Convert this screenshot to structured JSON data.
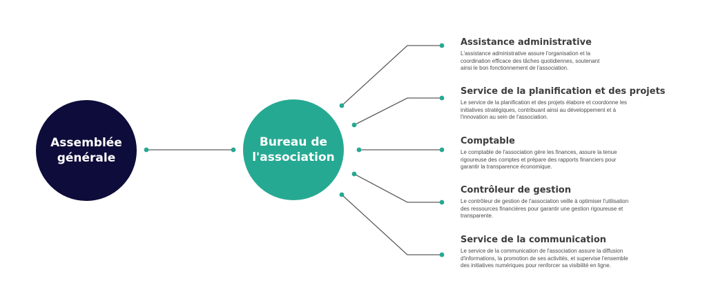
{
  "colors": {
    "dark_node": "#0e0c3a",
    "accent": "#26a992",
    "line": "#5a5a5a",
    "heading_text": "#3c3c3c",
    "body_text": "#4a4a4a"
  },
  "nodes": {
    "assemblee": {
      "label": "Assemblée\ngénérale"
    },
    "bureau": {
      "label": "Bureau de\nl'association"
    }
  },
  "services": [
    {
      "title": "Assistance administrative",
      "description": "L'assistance administrative assure l'organisation et la\ncoordination efficace des tâches quotidiennes, soutenant\nainsi le bon fonctionnement de l'association."
    },
    {
      "title": "Service de la planification et des projets",
      "description": "Le service de la planification et des projets élabore et coordonne les\ninitiatives stratégiques, contribuant ainsi au développement et à\nl'innovation au sein de l'association."
    },
    {
      "title": "Comptable",
      "description": "Le comptable de l'association gère les finances, assure la tenue\nrigoureuse des comptes et prépare des rapports financiers pour\ngarantir la transparence économique."
    },
    {
      "title": "Contrôleur de gestion",
      "description": "Le contrôleur de gestion de l'association veille à optimiser l'utilisation\ndes ressources financières pour garantir une gestion rigoureuse et\ntransparente."
    },
    {
      "title": "Service de la communication",
      "description": "Le service de la communication de l'association assure la diffusion\nd'informations, la promotion de ses activités, et supervise l'ensemble\ndes initiatives numériques pour renforcer sa visibilité en ligne."
    }
  ]
}
